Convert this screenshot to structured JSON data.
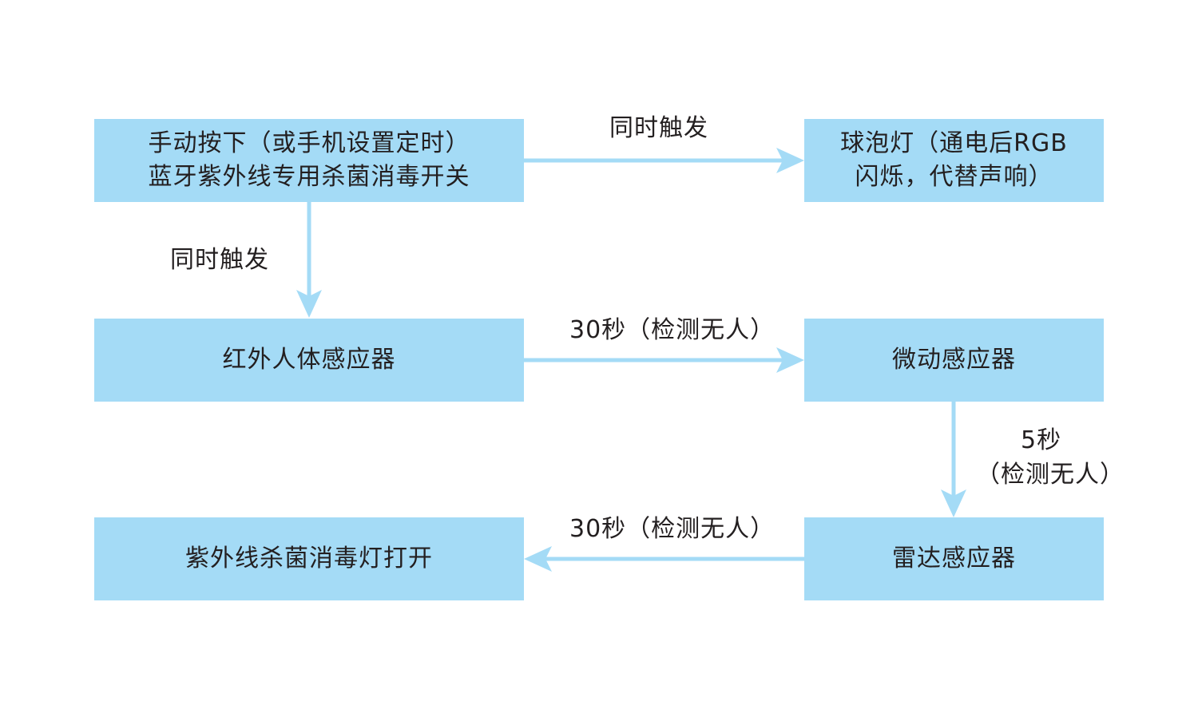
{
  "theme": {
    "box_fill": "#a4dbf6",
    "arrow_color": "#a4dbf6",
    "text_color": "#231f20"
  },
  "nodes": {
    "manual_switch": {
      "line1": "手动按下（或手机设置定时）",
      "line2": "蓝牙紫外线专用杀菌消毒开关"
    },
    "bulb": {
      "line1": "球泡灯（通电后RGB",
      "line2": "闪烁，代替声响）"
    },
    "infrared_sensor": "红外人体感应器",
    "micro_motion_sensor": "微动感应器",
    "radar_sensor": "雷达感应器",
    "uv_lamp_on": "紫外线杀菌消毒灯打开"
  },
  "edges": {
    "switch_to_bulb": "同时触发",
    "switch_to_infrared": "同时触发",
    "infrared_to_micro": "30秒（检测无人）",
    "micro_to_radar_line1": "5秒",
    "micro_to_radar_line2": "（检测无人）",
    "radar_to_uv": "30秒（检测无人）"
  }
}
